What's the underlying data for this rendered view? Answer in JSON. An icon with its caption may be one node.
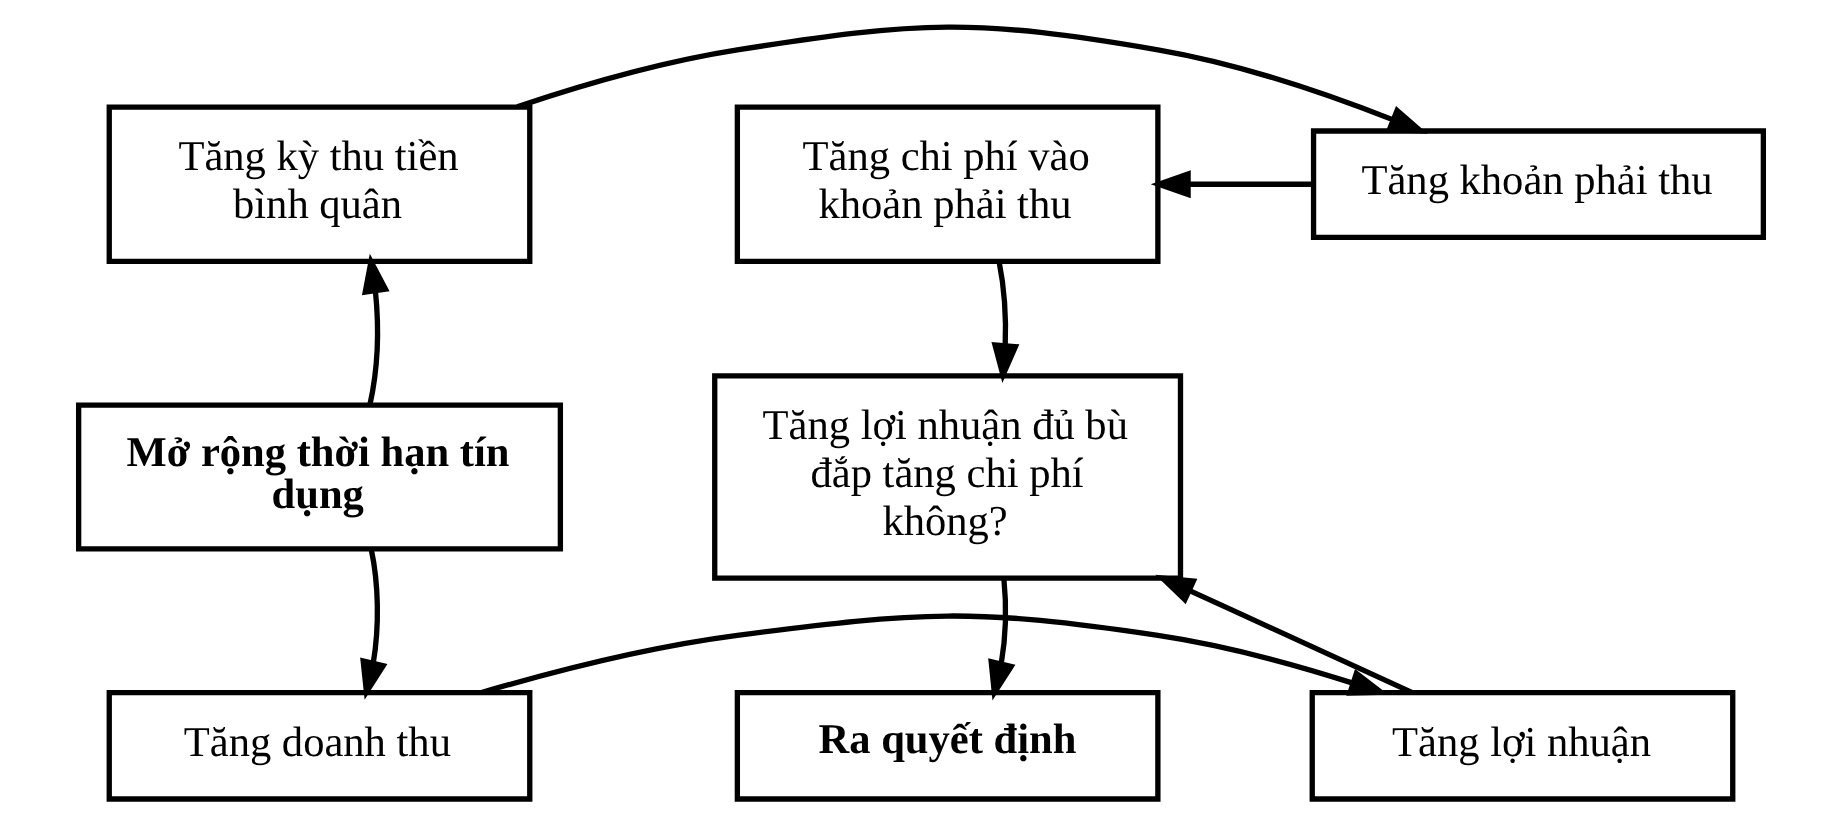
{
  "diagram": {
    "nodes": [
      {
        "text": [
          "Tăng kỳ thu tiền bình quân"
        ]
      },
      {
        "text": [
          "Tăng khoản phải thu"
        ]
      },
      {
        "text": [
          "Tăng chi phí vào khoản phải thu"
        ]
      },
      {
        "text": [
          "Mở rộng thời hạn tín dụng"
        ]
      },
      {
        "text": [
          "Tăng lợi nhuận đủ bù đắp tăng chi phí không?"
        ]
      },
      {
        "text": [
          "Tăng doanh thu"
        ]
      },
      {
        "text": [
          "Tăng lợi nhuận"
        ]
      },
      {
        "text": [
          "Ra quyết định"
        ]
      }
    ],
    "edges": [
      {
        "from": 3,
        "to": 0,
        "arrow": "to"
      },
      {
        "from": 0,
        "to": 1,
        "arrow": "to"
      },
      {
        "from": 1,
        "to": 2,
        "arrow": "to"
      },
      {
        "from": 2,
        "to": 4,
        "arrow": "to"
      },
      {
        "from": 3,
        "to": 5,
        "arrow": "to"
      },
      {
        "from": 5,
        "to": 6,
        "arrow": "to"
      },
      {
        "from": 6,
        "to": 4,
        "arrow": "to"
      },
      {
        "from": 4,
        "to": 7,
        "arrow": "to"
      }
    ]
  }
}
